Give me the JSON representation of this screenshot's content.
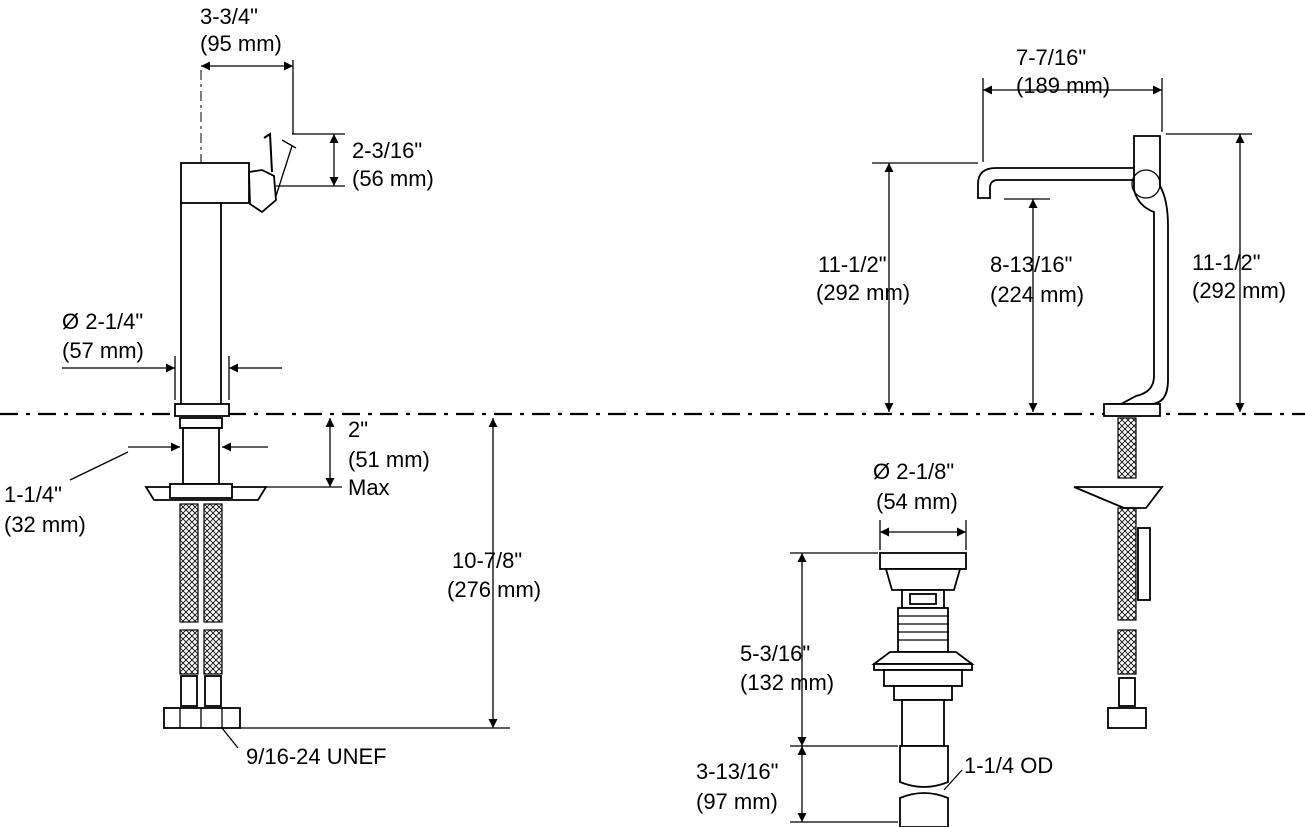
{
  "labels": {
    "spout_offset_in": "3-3/4\"",
    "spout_offset_mm": "(95 mm)",
    "handle_height_in": "2-3/16\"",
    "handle_height_mm": "(56 mm)",
    "body_dia_in": "Ø 2-1/4\"",
    "body_dia_mm": "(57 mm)",
    "deck_max_in": "2\"",
    "deck_max_mm": "(51 mm)",
    "deck_max_word": "Max",
    "shank_dia_in": "1-1/4\"",
    "shank_dia_mm": "(32 mm)",
    "supply_len_in": "10-7/8\"",
    "supply_len_mm": "(276 mm)",
    "thread": "9/16-24 UNEF",
    "spout_reach_in": "7-7/16\"",
    "spout_reach_mm": "(189 mm)",
    "height_left_in": "11-1/2\"",
    "height_left_mm": "(292 mm)",
    "spout_clear_in": "8-13/16\"",
    "spout_clear_mm": "(224 mm)",
    "height_right_in": "11-1/2\"",
    "height_right_mm": "(292 mm)",
    "drain_dia_in": "Ø 2-1/8\"",
    "drain_dia_mm": "(54 mm)",
    "drain_body_in": "5-3/16\"",
    "drain_body_mm": "(132 mm)",
    "tail_len_in": "3-13/16\"",
    "tail_len_mm": "(97 mm)",
    "tail_od": "1-1/4 OD"
  }
}
